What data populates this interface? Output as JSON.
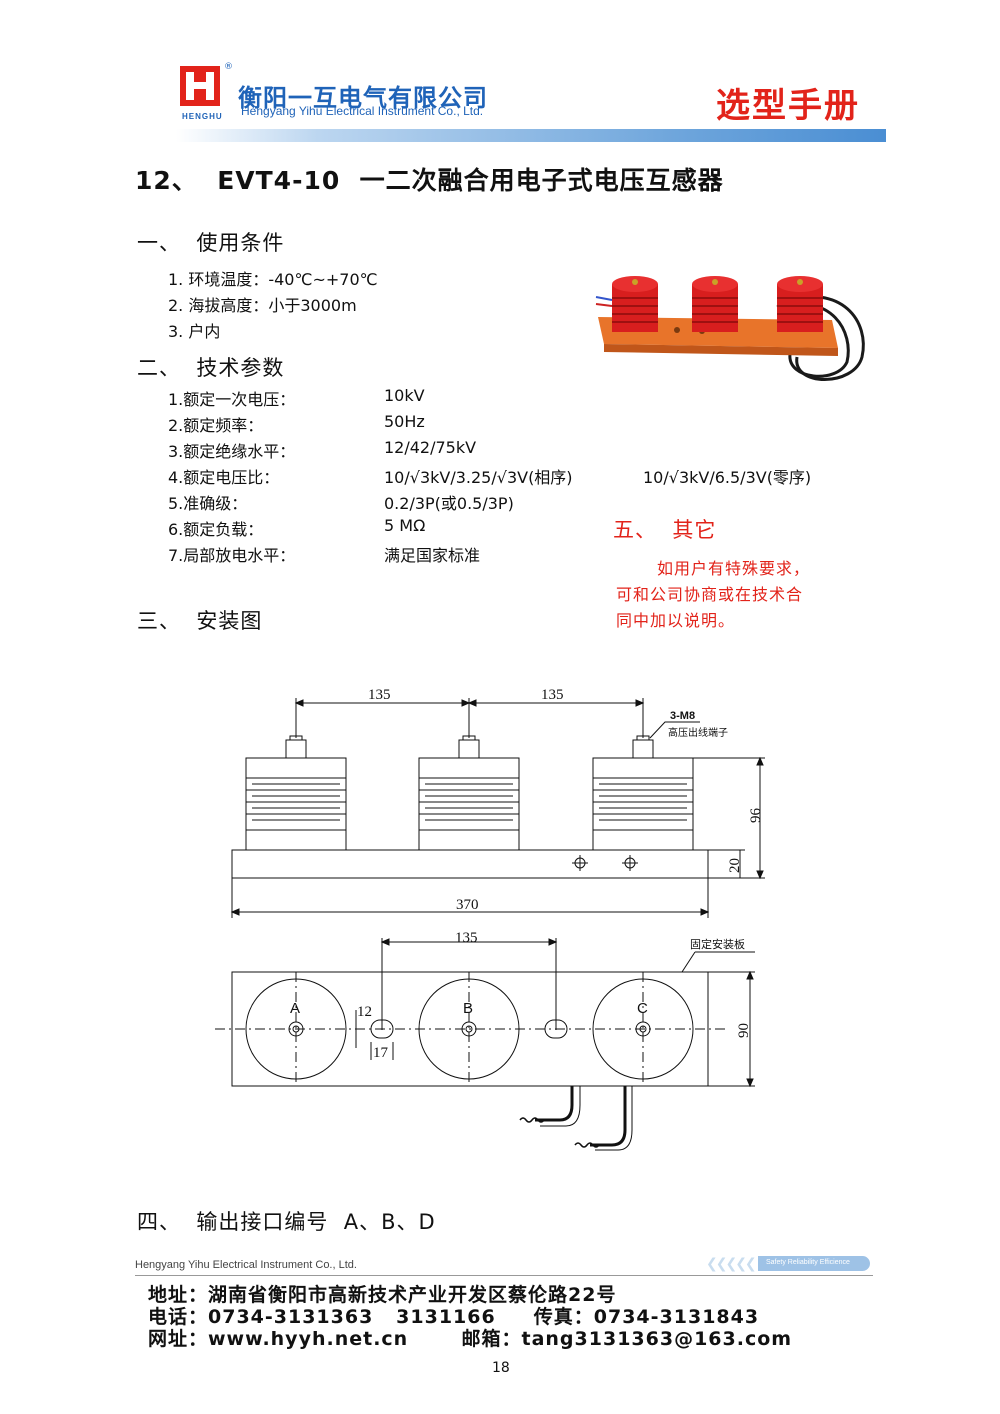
{
  "header": {
    "logo_tag": "HENGHU",
    "company_cn": "衡阳一互电气有限公司",
    "company_en": "Hengyang Yihu Electrical Instrument Co., Ltd.",
    "manual_label": "选型手册",
    "accent_color": "#1f63b8",
    "brand_red": "#e2231a"
  },
  "title": "12、  EVT4-10  一二次融合用电子式电压互感器",
  "section1": {
    "heading": "一、  使用条件",
    "items": [
      "1. 环境温度：-40℃~+70℃",
      "2. 海拔高度：小于3000m",
      "3. 户内"
    ]
  },
  "section2": {
    "heading": "二、  技术参数",
    "rows": [
      {
        "label": "1.额定一次电压：",
        "value": "10kV"
      },
      {
        "label": "2.额定频率：",
        "value": "50Hz"
      },
      {
        "label": "3.额定绝缘水平：",
        "value": "12/42/75kV"
      },
      {
        "label": "4.额定电压比：",
        "value": "10/√3kV/3.25/√3V(相序)",
        "value2": "10/√3kV/6.5/3V(零序)"
      },
      {
        "label": "5.准确级：",
        "value": "0.2/3P(或0.5/3P)"
      },
      {
        "label": "6.额定负载：",
        "value": "5 MΩ"
      },
      {
        "label": "7.局部放电水平：",
        "value": "满足国家标准"
      }
    ]
  },
  "section5": {
    "heading": "五、  其它",
    "lines": [
      "如用户有特殊要求，",
      "可和公司协商或在技术合",
      "同中加以说明。"
    ]
  },
  "section3": {
    "heading": "三、  安装图"
  },
  "drawing": {
    "dim_135_a": "135",
    "dim_135_b": "135",
    "terminal": "3-M8",
    "terminal_note": "高压出线端子",
    "dim_96": "96",
    "dim_20": "20",
    "dim_370": "370",
    "dim_135_top": "135",
    "plate_note": "固定安装板",
    "phase_a": "A",
    "phase_b": "B",
    "phase_c": "C",
    "dim_12": "12",
    "dim_17": "17",
    "dim_90": "90"
  },
  "section4": {
    "heading": "四、  输出接口编号  A、B、D"
  },
  "footer": {
    "company_en": "Hengyang Yihu Electrical Instrument Co., Ltd.",
    "slogan": "Safety Reliability Efficience",
    "address": "地址：湖南省衡阳市高新技术产业开发区蔡伦路22号",
    "phone": "电话：0734-3131363   3131166     传真：0734-3131843",
    "web": "网址：www.hyyh.net.cn       邮箱：tang3131363@163.com",
    "page": "18"
  }
}
